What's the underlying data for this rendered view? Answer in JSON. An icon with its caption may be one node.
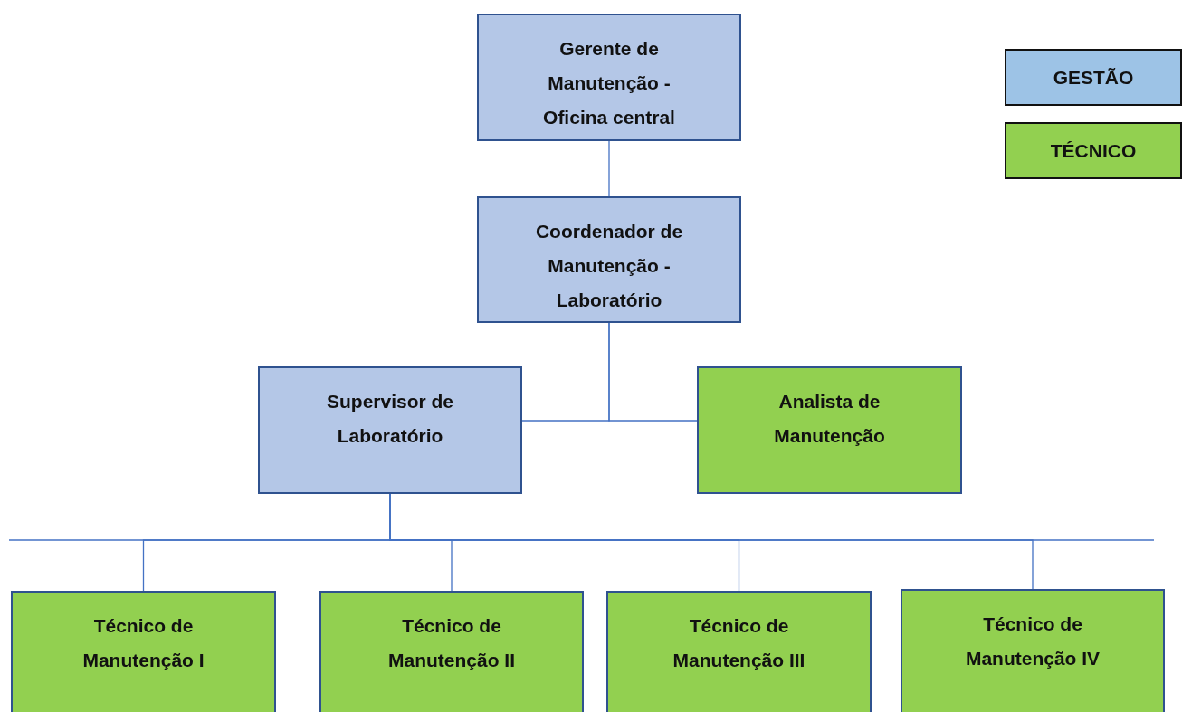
{
  "diagram": {
    "nodes": [
      {
        "text": [
          "Gerente de Manutenção - Oficina central"
        ]
      },
      {
        "text": [
          "Coordenador de Manutenção - Laboratório"
        ]
      },
      {
        "text": [
          "Supervisor de Laboratório"
        ]
      },
      {
        "text": [
          "Analista de Manutenção"
        ]
      },
      {
        "text": [
          "Técnico de Manutenção I"
        ]
      },
      {
        "text": [
          "Técnico de Manutenção II"
        ]
      },
      {
        "text": [
          "Técnico de Manutenção III"
        ]
      },
      {
        "text": [
          "Técnico de Manutenção IV"
        ]
      }
    ],
    "edges": [
      {
        "from": 0,
        "to": 1,
        "arrow": "none"
      },
      {
        "from": 1,
        "to": 2,
        "arrow": "none"
      },
      {
        "from": 1,
        "to": 3,
        "arrow": "none"
      },
      {
        "from": 2,
        "to": 4,
        "arrow": "none"
      },
      {
        "from": 2,
        "to": 5,
        "arrow": "none"
      },
      {
        "from": 2,
        "to": 6,
        "arrow": "none"
      },
      {
        "from": 2,
        "to": 7,
        "arrow": "none"
      }
    ],
    "legend": [
      {
        "text": "GESTÃO",
        "color": "#9dc3e6"
      },
      {
        "text": "TÉCNICO",
        "color": "#92d050"
      }
    ]
  }
}
